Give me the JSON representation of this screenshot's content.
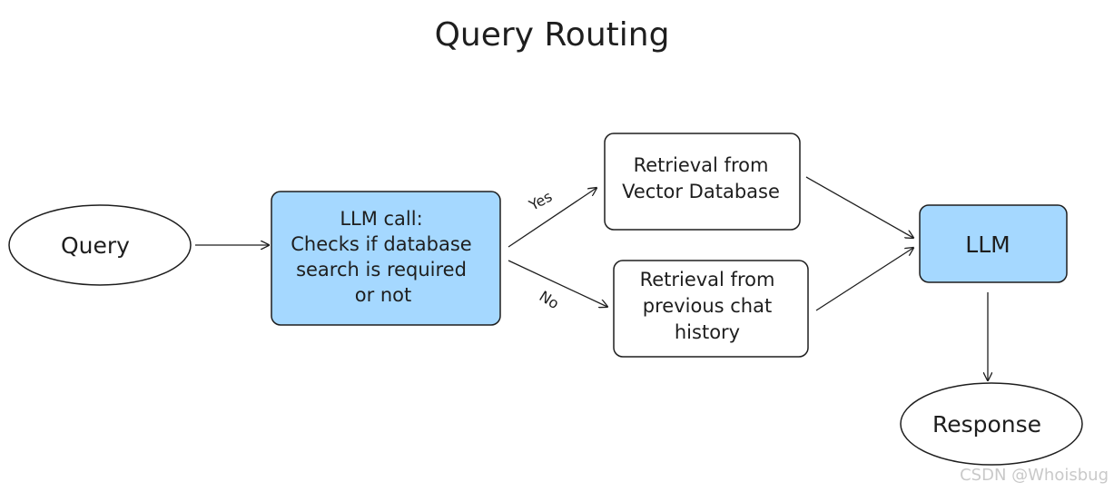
{
  "diagram": {
    "title": "Query Routing",
    "nodes": {
      "query": {
        "label": "Query"
      },
      "llm_call": {
        "lines": [
          "LLM call:",
          "Checks if database",
          "search is required",
          "or not"
        ]
      },
      "retrieval_vector": {
        "lines": [
          "Retrieval from",
          "Vector Database"
        ]
      },
      "retrieval_chat": {
        "lines": [
          "Retrieval from",
          "previous chat",
          "history"
        ]
      },
      "llm": {
        "label": "LLM"
      },
      "response": {
        "label": "Response"
      }
    },
    "edges": {
      "yes_label": "Yes",
      "no_label": "No"
    },
    "colors": {
      "accent_fill": "#a5d8ff",
      "stroke": "#1e1e1e",
      "background": "#ffffff"
    }
  },
  "watermark": "CSDN @Whoisbug"
}
